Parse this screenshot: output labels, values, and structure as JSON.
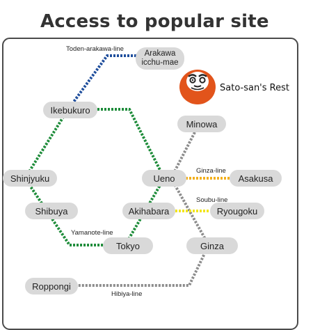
{
  "title": "Access to popular site",
  "landmark": {
    "name": "Sato-san's Rest",
    "icon": "daruma-icon"
  },
  "lines": [
    {
      "id": "toden",
      "label": "Toden-arakawa-line",
      "color": "#1f4e9c"
    },
    {
      "id": "yamanote",
      "label": "Yamanote-line",
      "color": "#1e8c3a"
    },
    {
      "id": "ginza",
      "label": "Ginza-line",
      "color": "#f2b01e"
    },
    {
      "id": "soubu",
      "label": "Soubu-line",
      "color": "#f2e51e"
    },
    {
      "id": "hibiya",
      "label": "Hibiya-line",
      "color": "#8c8c8c"
    }
  ],
  "stations": {
    "arakawa": [
      "Arakawa",
      "icchu-mae"
    ],
    "ikebukuro": "Ikebukuro",
    "minowa": "Minowa",
    "shinjyuku": "Shinjyuku",
    "ueno": "Ueno",
    "asakusa": "Asakusa",
    "shibuya": "Shibuya",
    "akihabara": "Akihabara",
    "ryougoku": "Ryougoku",
    "tokyo": "Tokyo",
    "ginza": "Ginza",
    "roppongi": "Roppongi"
  },
  "colors": {
    "station_bg": "#d9d9d9",
    "daruma_red": "#e2541b",
    "frame": "#4a4a4a"
  }
}
